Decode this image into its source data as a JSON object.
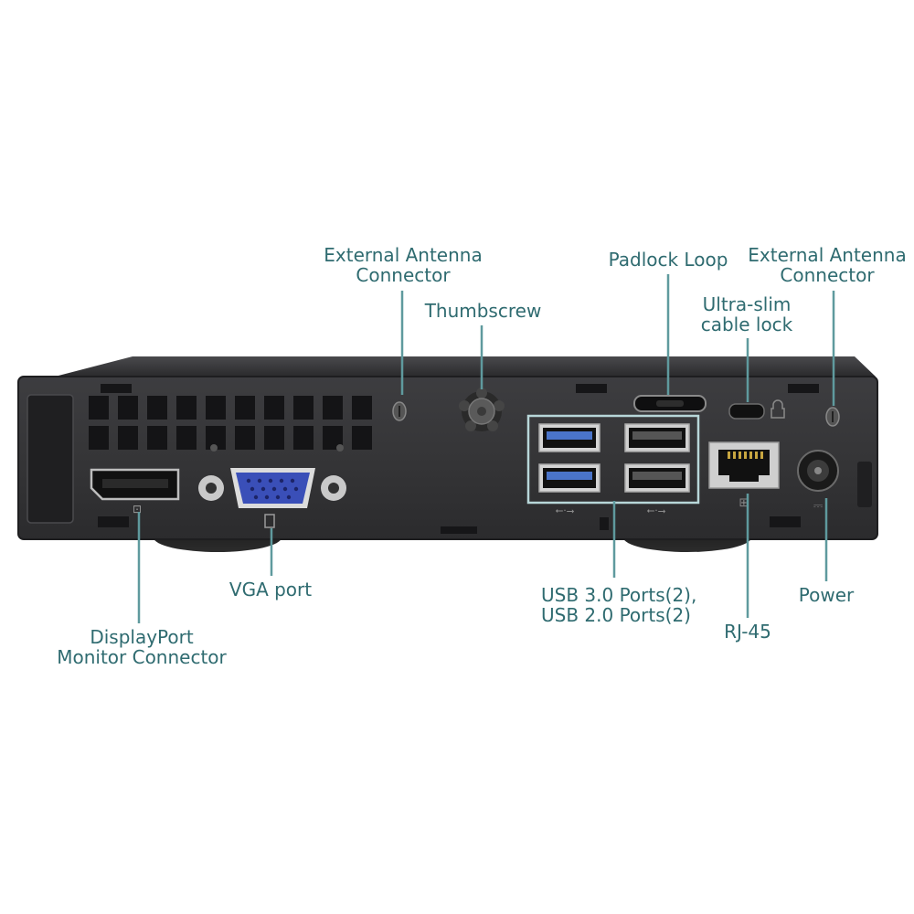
{
  "colors": {
    "label_text": "#2f6b70",
    "leader_line": "#5f9a9e",
    "chassis": "#3a3a3c",
    "chassis_dark": "#1c1c1e",
    "usb3_blue": "#4a74c9",
    "vga_blue": "#3a4fb8",
    "highlight_box": "#b8d7d9"
  },
  "callouts": {
    "external_antenna_left": {
      "lines": [
        "External Antenna",
        "Connector"
      ]
    },
    "thumbscrew": {
      "lines": [
        "Thumbscrew"
      ]
    },
    "padlock_loop": {
      "lines": [
        "Padlock Loop"
      ]
    },
    "external_antenna_right": {
      "lines": [
        "External Antenna",
        "Connector"
      ]
    },
    "cable_lock": {
      "lines": [
        "Ultra-slim",
        "cable lock"
      ]
    },
    "vga": {
      "lines": [
        "VGA port"
      ]
    },
    "displayport": {
      "lines": [
        "DisplayPort",
        "Monitor Connector"
      ]
    },
    "usb": {
      "lines": [
        "USB 3.0 Ports(2),",
        "USB 2.0 Ports(2)"
      ]
    },
    "rj45": {
      "lines": [
        "RJ-45"
      ]
    },
    "power": {
      "lines": [
        "Power"
      ]
    }
  },
  "icons": [
    "displayport-symbol-icon",
    "vga-symbol-icon",
    "usb3-symbol-icon",
    "usb2-symbol-icon",
    "network-symbol-icon",
    "power-symbol-icon",
    "padlock-icon"
  ]
}
